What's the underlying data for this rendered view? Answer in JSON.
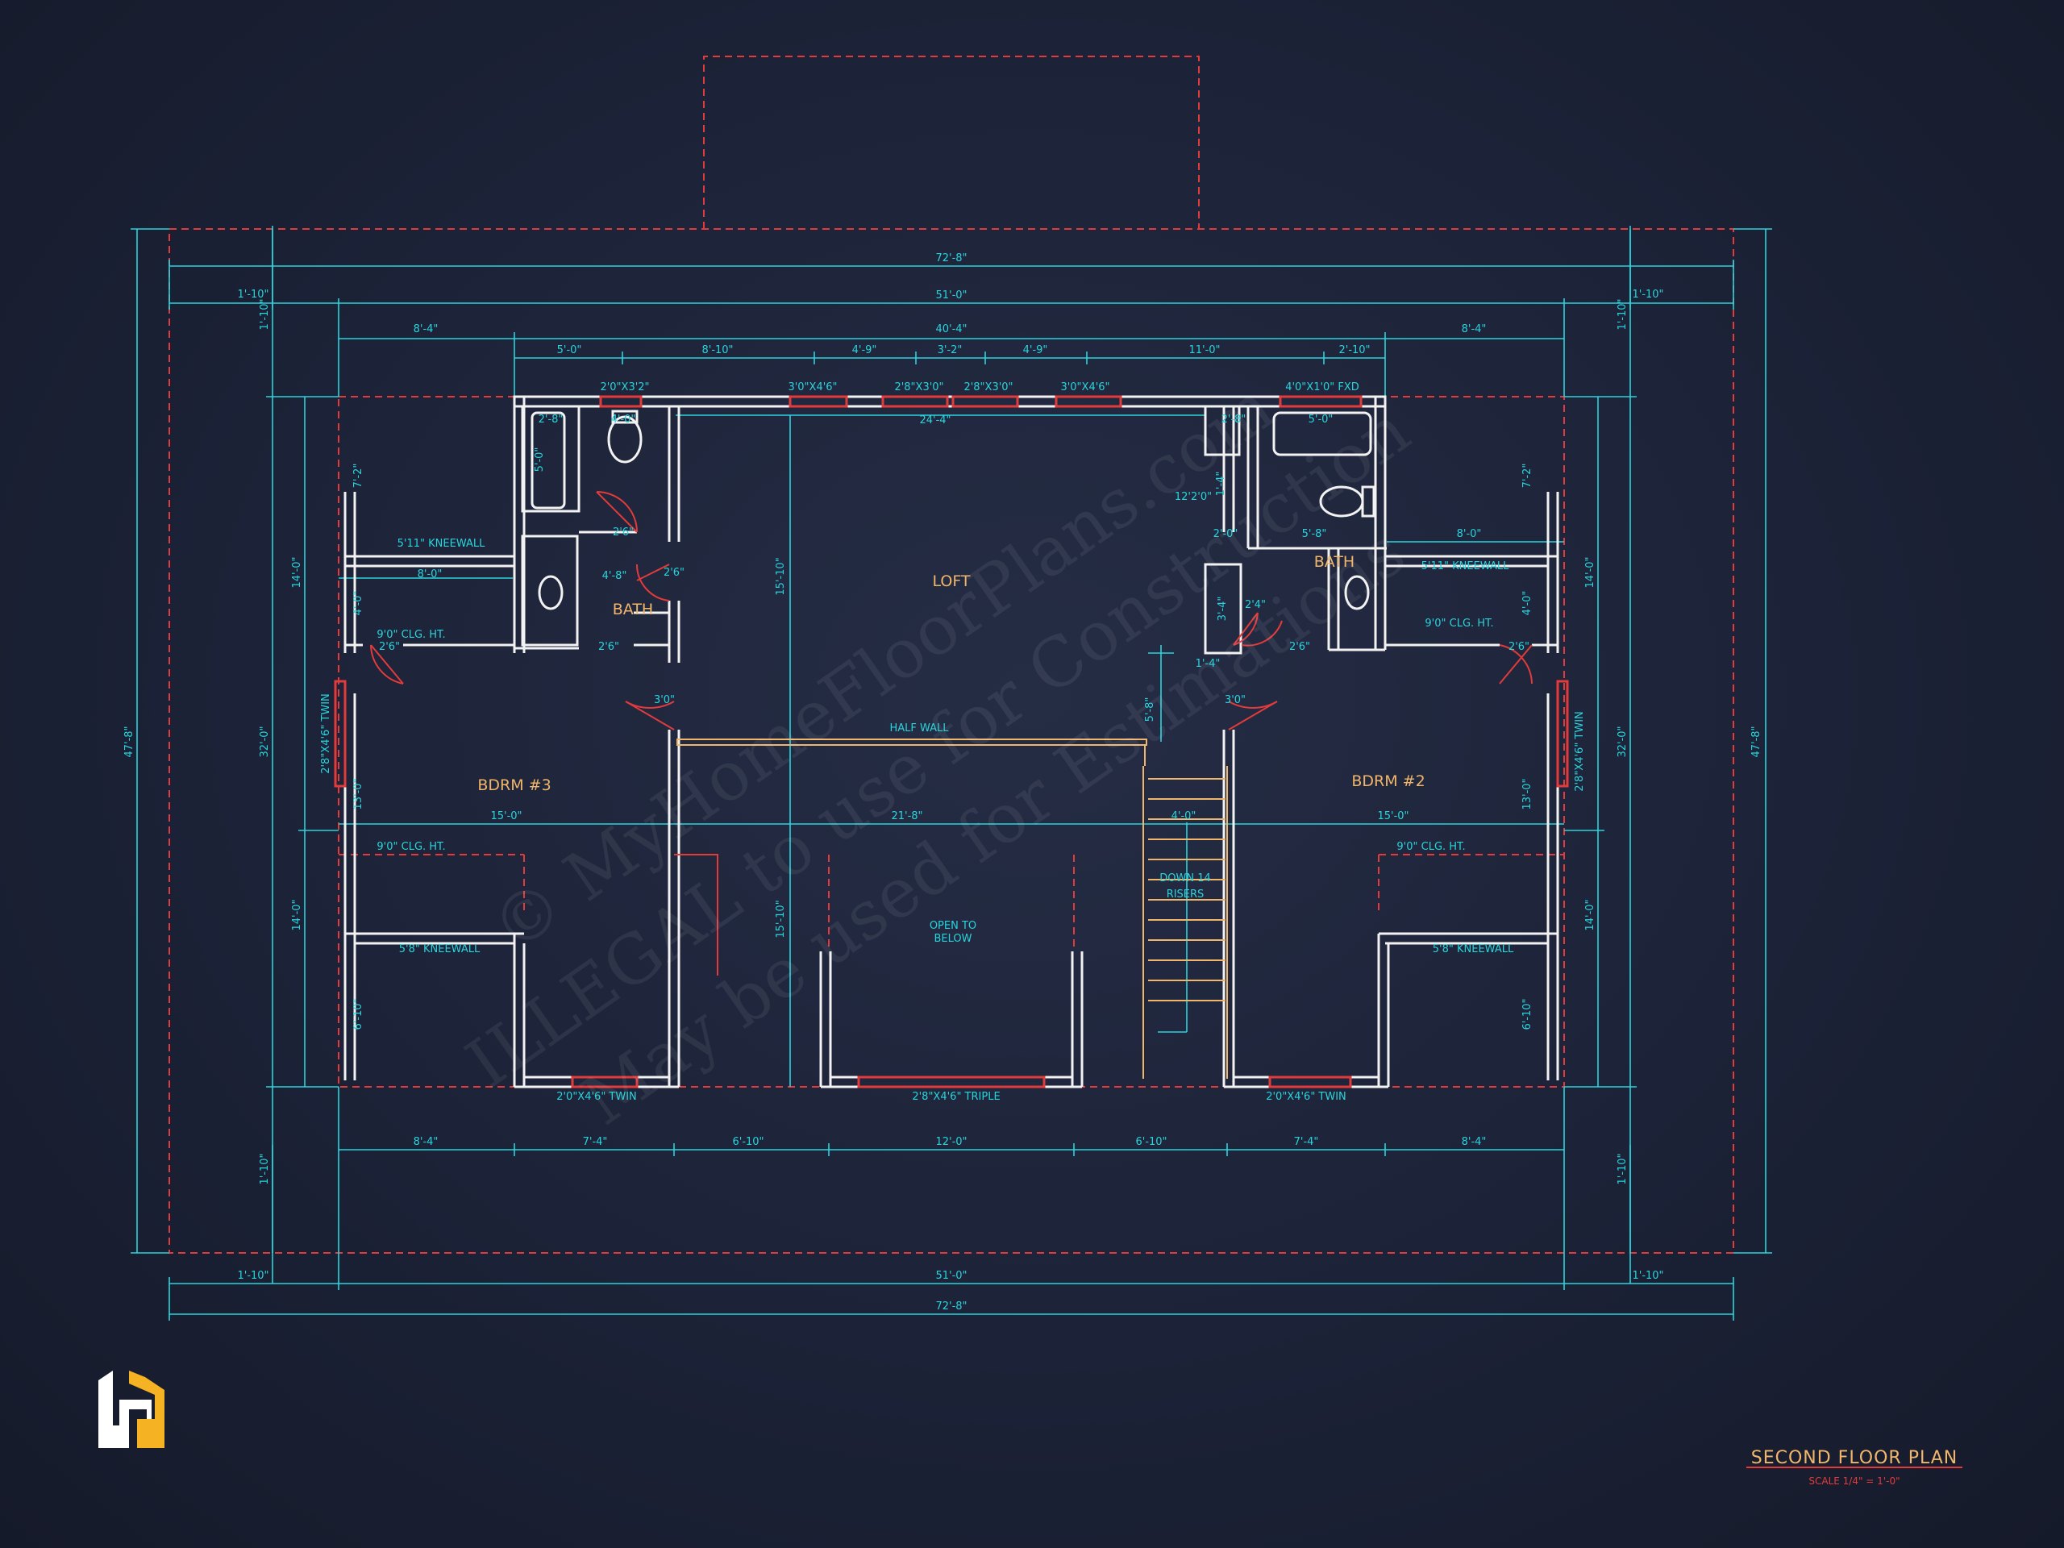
{
  "plan": {
    "title": "SECOND FLOOR PLAN",
    "scale": "SCALE 1/4\" = 1'-0\"",
    "rooms": {
      "loft": "LOFT",
      "bath_left": "BATH",
      "bath_right": "BATH",
      "bdrm3": "BDRM #3",
      "bdrm2": "BDRM #2",
      "open_below_1": "OPEN TO",
      "open_below_2": "BELOW",
      "stair_1": "DOWN 14",
      "stair_2": "RISERS",
      "half_wall": "HALF WALL"
    },
    "notes": {
      "kneewall_511_l": "5'11\" KNEEWALL",
      "kneewall_511_r": "5'11\" KNEEWALL",
      "kneewall_58_l": "5'8\" KNEEWALL",
      "kneewall_58_r": "5'8\" KNEEWALL",
      "clg_l1": "9'0\" CLG. HT.",
      "clg_r1": "9'0\" CLG. HT.",
      "clg_l2": "9'0\" CLG. HT.",
      "clg_r2": "9'0\" CLG. HT."
    },
    "windows": {
      "w1": "2'0\"X3'2\"",
      "w2": "3'0\"X4'6\"",
      "w3": "2'8\"X3'0\"",
      "w4": "2'8\"X3'0\"",
      "w5": "3'0\"X4'6\"",
      "w6": "4'0\"X1'0\" FXD",
      "b1": "2'0\"X4'6\" TWIN",
      "b2": "2'8\"X4'6\" TRIPLE",
      "b3": "2'0\"X4'6\" TWIN",
      "l1": "2'8\"X4'6\" TWIN",
      "r1": "2'8\"X4'6\" TWIN"
    },
    "dims_top": {
      "overall": "72'-8\"",
      "mid": "51'-0\"",
      "ov_l": "1'-10\"",
      "ov_r": "1'-10\"",
      "inner": "40'-4\"",
      "seg_l": "8'-4\"",
      "seg_r": "8'-4\"",
      "s1": "5'-0\"",
      "s2": "8'-10\"",
      "s3": "4'-9\"",
      "s4": "3'-2\"",
      "s5": "4'-9\"",
      "s6": "11'-0\"",
      "s7": "2'-10\""
    },
    "dims_bottom": {
      "overall": "72'-8\"",
      "mid": "51'-0\"",
      "ov_l": "1'-10\"",
      "ov_r": "1'-10\"",
      "b1": "8'-4\"",
      "b2": "7'-4\"",
      "b3": "6'-10\"",
      "b4": "12'-0\"",
      "b5": "6'-10\"",
      "b6": "7'-4\"",
      "b7": "8'-4\""
    },
    "dims_side": {
      "overall_l": "47'-8\"",
      "overall_r": "47'-8\"",
      "l1": "14'-0\"",
      "l2": "32'-0\"",
      "l3": "14'-0\"",
      "l_top": "1'-10\"",
      "l_bot": "1'-10\"",
      "r1": "14'-0\"",
      "r2": "32'-0\"",
      "r3": "14'-0\"",
      "r_top": "1'-10\"",
      "r_bot": "1'-10\""
    },
    "dims_inner": {
      "loft_w": "24'-4\"",
      "loft_h": "15'-10\"",
      "open_h": "15'-10\"",
      "mid_w": "21'-8\"",
      "bdrm3_w": "15'-0\"",
      "bdrm2_w": "15'-0\"",
      "bdrm3_h": "13'-0\"",
      "bdrm2_h": "13'-0\"",
      "stair_w": "4'-0\"",
      "stair_top": "5'-8\"",
      "l_72": "7'-2\"",
      "r_72": "7'-2\"",
      "l_40": "4'-0\"",
      "r_40": "4'-0\"",
      "l_610": "6'-10\"",
      "r_610": "6'-10\"",
      "l_80": "8'-0\"",
      "r_80": "8'-0\"",
      "l_28": "2'-8\"",
      "l_40b": "4'-0\"",
      "l_50": "5'-0\"",
      "l_68": "4'-8\"",
      "l_26a": "2'6\"",
      "l_26b": "2'6\"",
      "l_26c": "2'6\"",
      "l_26d": "2'6\"",
      "l_30": "3'0\"",
      "r_30": "3'0\"",
      "r_28": "2'-8\"",
      "r_50": "5'-0\"",
      "r_58": "5'-8\"",
      "r_20": "2'-0\"",
      "r_1220": "12'2'0\"",
      "r_14": "1'-4\"",
      "r_34": "3'-4\"",
      "r_24": "2'4\"",
      "r_26a": "2'6\"",
      "r_26b": "2'6\"",
      "r_14b": "1'-4\""
    },
    "watermark": {
      "line1": "© MyHomeFloorPlans.com",
      "line2": "ILLEGAL to use for Construction",
      "line3": "May be used for Estimations"
    },
    "colors": {
      "wall": "#f2f2f2",
      "dimension": "#2ad4dc",
      "roofline": "#e23b3b",
      "label": "#f2b66a",
      "background": "#1b2134"
    }
  }
}
